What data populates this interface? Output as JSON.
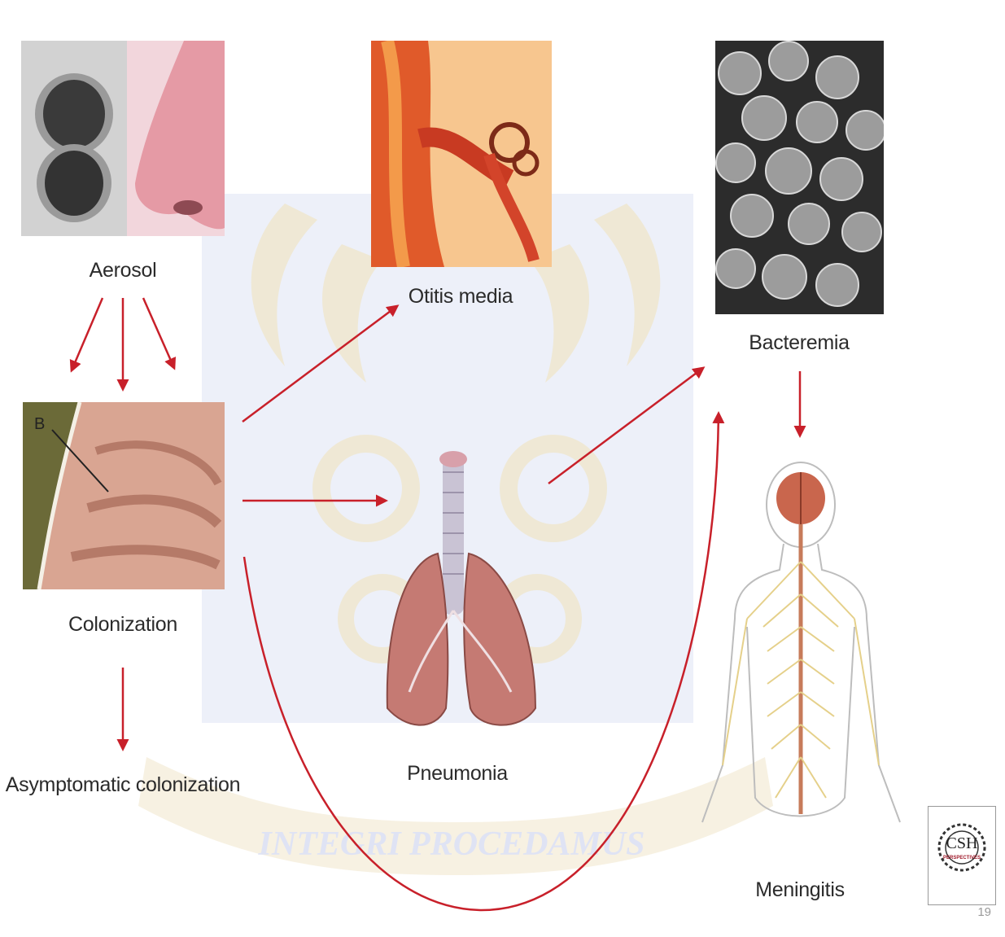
{
  "labels": {
    "aerosol": "Aerosol",
    "colonization": "Colonization",
    "asymptomatic": "Asymptomatic colonization",
    "otitis": "Otitis media",
    "pneumonia": "Pneumonia",
    "bacteremia": "Bacteremia",
    "meningitis": "Meningitis"
  },
  "colonization_marker": "B",
  "watermark": {
    "motto": "INTEGRI PROCEDAMUS"
  },
  "logo": {
    "text": "CSH",
    "subtext": "PERSPECTIVES"
  },
  "page_number": "19",
  "colors": {
    "arrow": "#c8202a",
    "watermark_blue": "#dfe3f4",
    "watermark_gold": "#efe6c9",
    "label_text": "#2b2b2b"
  }
}
